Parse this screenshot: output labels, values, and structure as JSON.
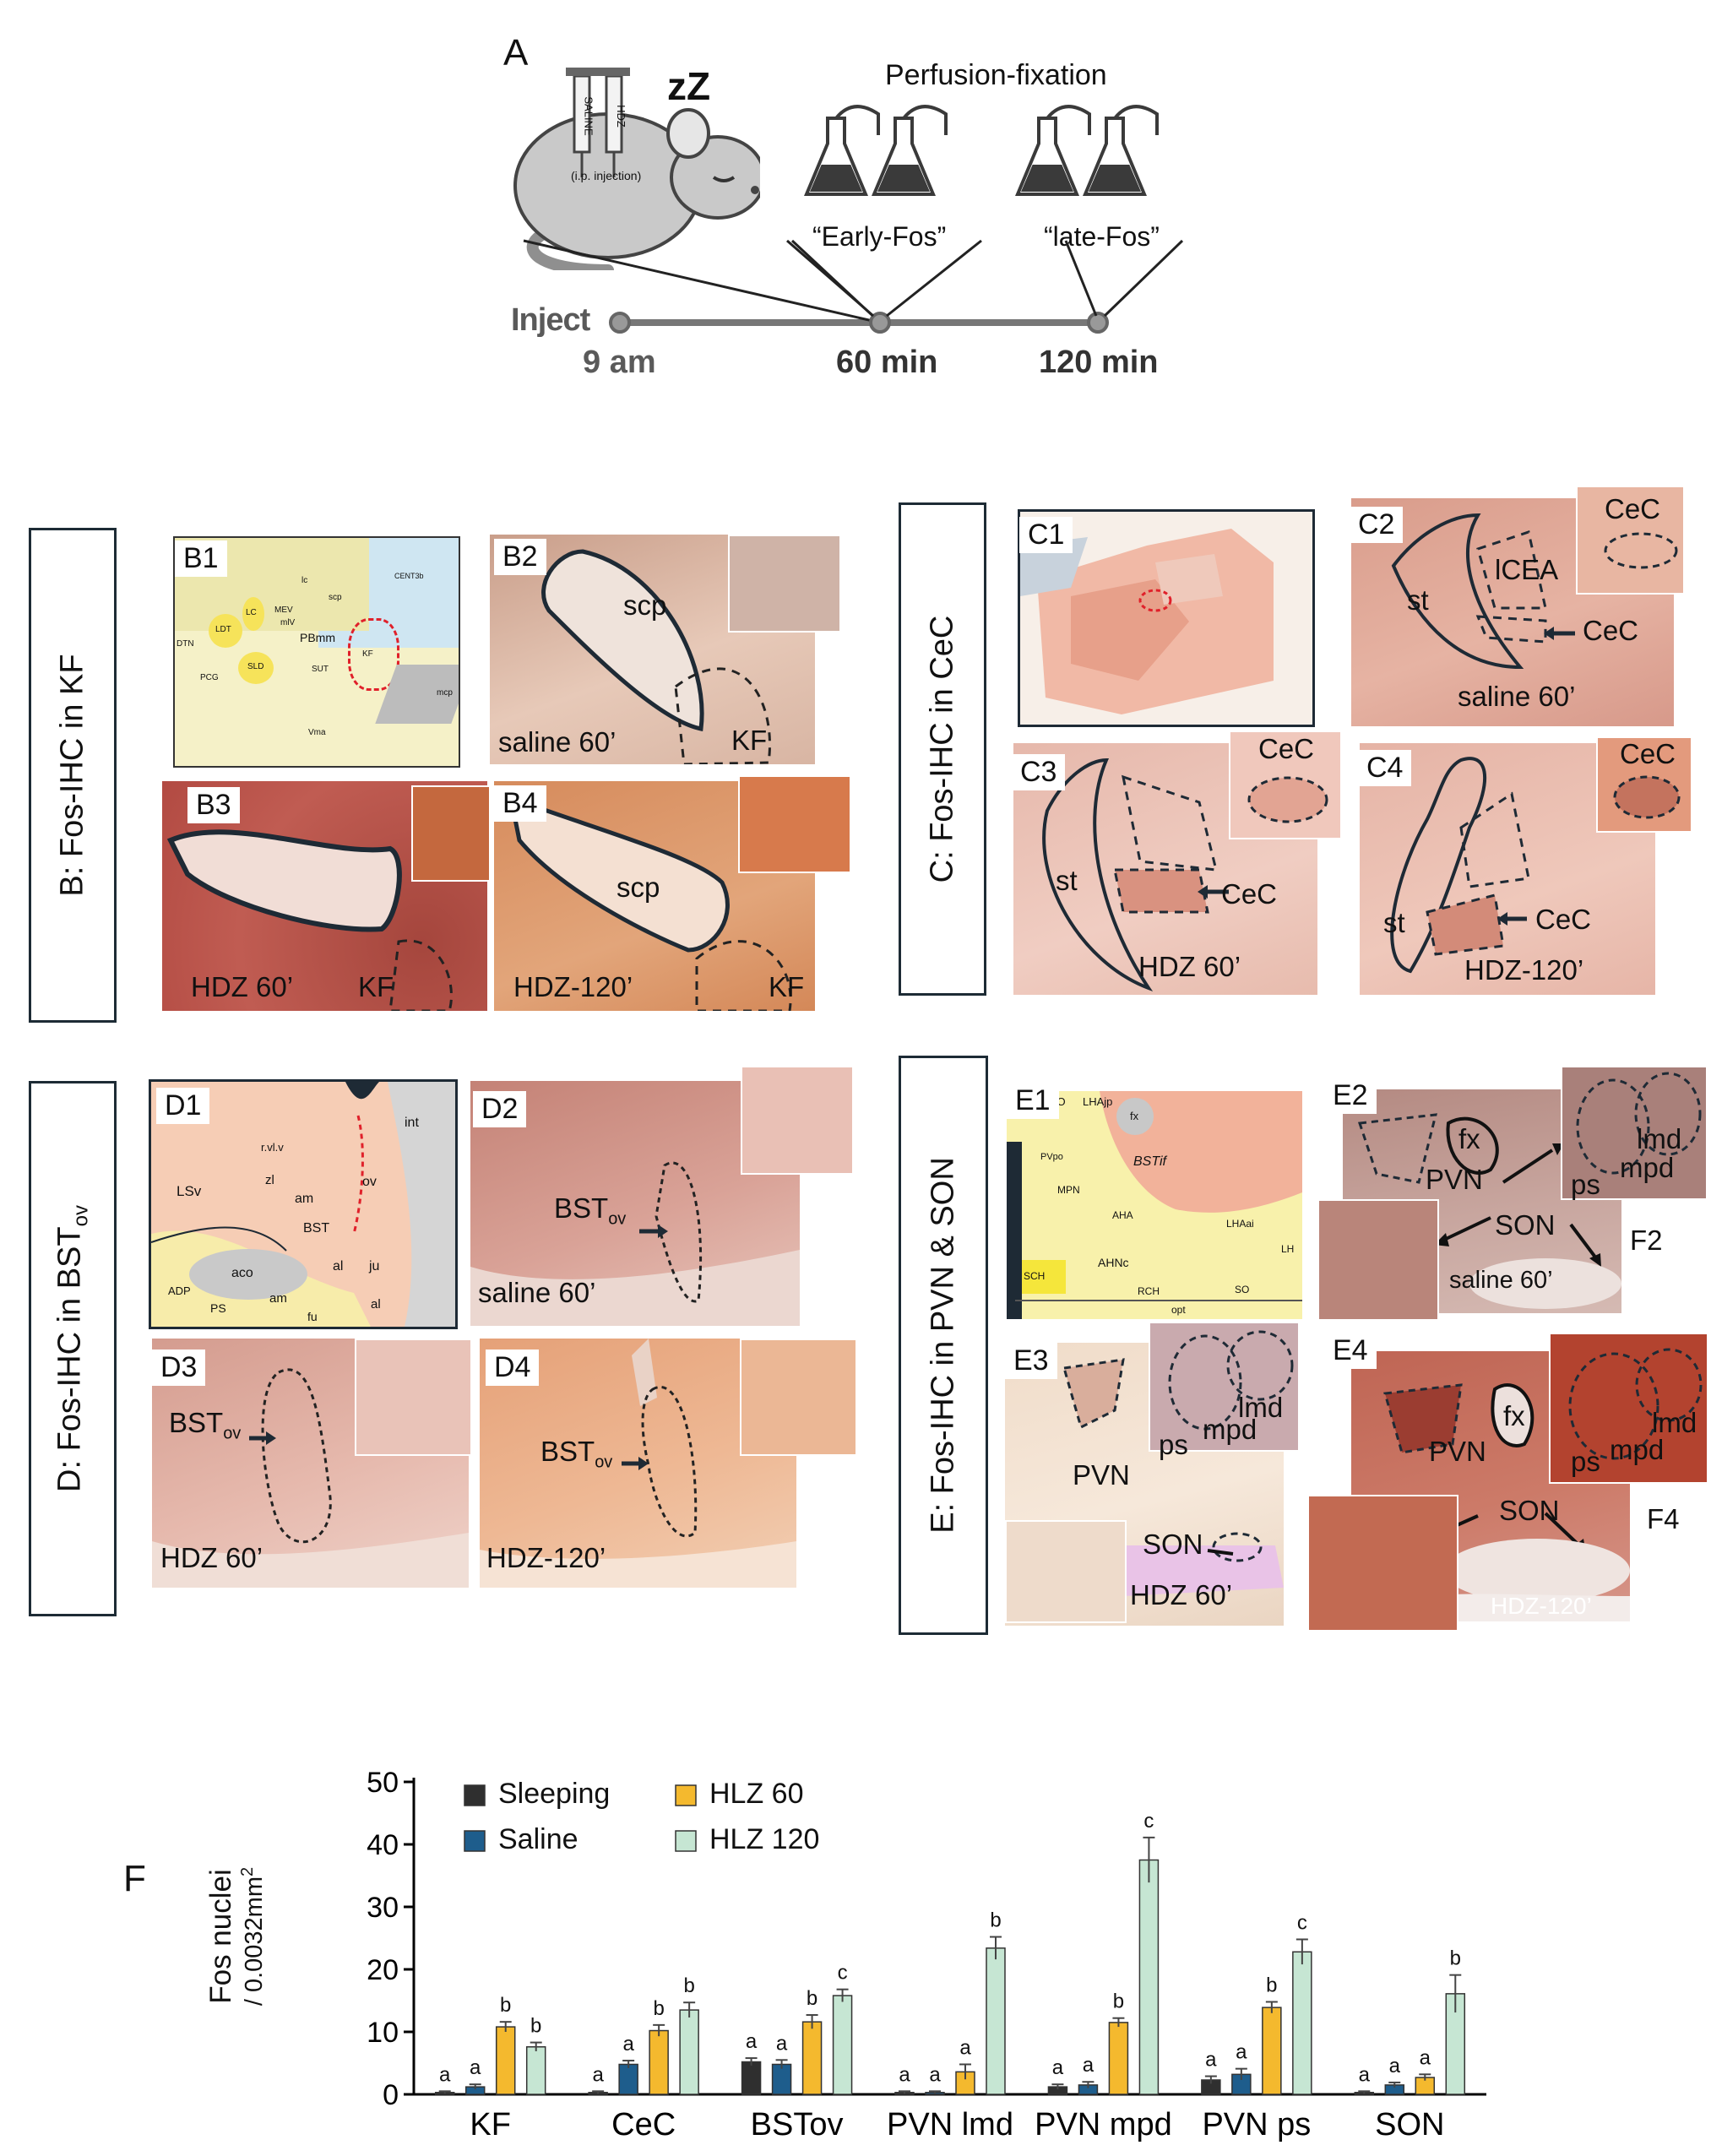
{
  "panel_a": {
    "label": "A",
    "sleep_label": "zZ",
    "syringe_labels": [
      "SALINE",
      "HDZ"
    ],
    "injection_label": "(i.p. injection)",
    "title": "Perfusion-fixation",
    "early_label": "“Early-Fos”",
    "late_label": "“late-Fos”",
    "timeline": {
      "start": "Inject",
      "start_time": "9 am",
      "mid": "60 min",
      "end": "120 min"
    }
  },
  "panel_b": {
    "side_label": "B: Fos-IHC in KF",
    "tiles": {
      "b1": "B1",
      "b2": "B2",
      "b3": "B3",
      "b4": "B4"
    },
    "captions": {
      "b2": "saline 60’",
      "b3": "HDZ 60’",
      "b4": "HDZ-120’"
    },
    "labels": {
      "scp": "scp",
      "kf": "KF"
    },
    "atlas": [
      "LDT",
      "LC",
      "MEV",
      "SLD",
      "PCG",
      "DTN",
      "PBmm",
      "SUT",
      "Vma",
      "KF",
      "mcp",
      "CENT3b",
      "lc",
      "mlV",
      "scp"
    ]
  },
  "panel_c": {
    "side_label": "C: Fos-IHC in CeC",
    "tiles": {
      "c1": "C1",
      "c2": "C2",
      "c3": "C3",
      "c4": "C4"
    },
    "captions": {
      "c2": "saline 60’",
      "c3": "HDZ 60’",
      "c4": "HDZ-120’"
    },
    "labels": {
      "st": "st",
      "lcea": "lCEA",
      "cec": "CeC"
    }
  },
  "panel_d": {
    "side_label": "D: Fos-IHC in BST",
    "side_label_sub": "ov",
    "tiles": {
      "d1": "D1",
      "d2": "D2",
      "d3": "D3",
      "d4": "D4"
    },
    "captions": {
      "d2": "saline 60’",
      "d3": "HDZ 60’",
      "d4": "HDZ-120’"
    },
    "labels": {
      "bst": "BST",
      "bst_sub": "ov"
    },
    "atlas": [
      "LSv",
      "r.vl.v",
      "zl",
      "am",
      "ov",
      "int",
      "BST",
      "aco",
      "al",
      "ju",
      "ADP",
      "PS",
      "am",
      "al",
      "fu"
    ]
  },
  "panel_e": {
    "side_label": "E: Fos-IHC in PVN & SON",
    "tiles": {
      "e1": "E1",
      "e2": "E2",
      "e3": "E3",
      "e4": "E4",
      "f2": "F2",
      "f4": "F4"
    },
    "captions": {
      "e2": "saline 60’",
      "e3": "HDZ 60’",
      "e4": "HDZ-120’"
    },
    "labels": {
      "pvn": "PVN",
      "son": "SON",
      "fx": "fx",
      "ps": "ps",
      "mpd": "mpd",
      "lmd": "lmd"
    },
    "atlas": [
      "MPO",
      "LHAjp",
      "fx",
      "BSTif",
      "PVpo",
      "MPN",
      "AHA",
      "LHAai",
      "AHNc",
      "SCH",
      "RCH",
      "opt",
      "SO",
      "LH"
    ]
  },
  "panel_f": {
    "label": "F"
  },
  "chart_data": {
    "type": "bar",
    "title": "",
    "ylabel": "Fos nuclei",
    "ylabel_unit": "/ 0.0032mm",
    "ylabel_unit_sup": "2",
    "xlabel": "",
    "ylim": [
      0,
      50
    ],
    "yticks": [
      0,
      10,
      20,
      30,
      40,
      50
    ],
    "categories": [
      "KF",
      "CeC",
      "BSTov",
      "PVN lmd",
      "PVN mpd",
      "PVN ps",
      "SON"
    ],
    "legend_position": "top-left",
    "colors": {
      "Sleeping": "#2f2f2f",
      "Saline": "#1e5d8c",
      "HLZ 60": "#f4b92e",
      "HLZ 120": "#c6e6d3"
    },
    "series": [
      {
        "name": "Sleeping",
        "values": [
          0.3,
          0.3,
          5.2,
          0.3,
          1.2,
          2.3,
          0.3
        ],
        "errors": [
          0.2,
          0.2,
          0.6,
          0.2,
          0.4,
          0.6,
          0.2
        ],
        "letters": [
          "a",
          "a",
          "a",
          "a",
          "a",
          "a",
          "a"
        ]
      },
      {
        "name": "Saline",
        "values": [
          1.2,
          4.8,
          4.8,
          0.3,
          1.5,
          3.2,
          1.5
        ],
        "errors": [
          0.4,
          0.6,
          0.7,
          0.2,
          0.5,
          0.9,
          0.4
        ],
        "letters": [
          "a",
          "a",
          "a",
          "a",
          "a",
          "a",
          "a"
        ]
      },
      {
        "name": "HLZ 60",
        "values": [
          10.8,
          10.2,
          11.6,
          3.6,
          11.5,
          13.9,
          2.7
        ],
        "errors": [
          0.8,
          0.9,
          1.1,
          1.2,
          0.7,
          0.9,
          0.5
        ],
        "letters": [
          "b",
          "b",
          "b",
          "a",
          "b",
          "b",
          "a"
        ]
      },
      {
        "name": "HLZ 120",
        "values": [
          7.6,
          13.5,
          15.8,
          23.4,
          37.5,
          22.8,
          16.1
        ],
        "errors": [
          0.7,
          1.2,
          1.0,
          1.8,
          3.6,
          2.0,
          3.0
        ],
        "letters": [
          "b",
          "b",
          "c",
          "b",
          "c",
          "c",
          "b"
        ]
      }
    ]
  }
}
